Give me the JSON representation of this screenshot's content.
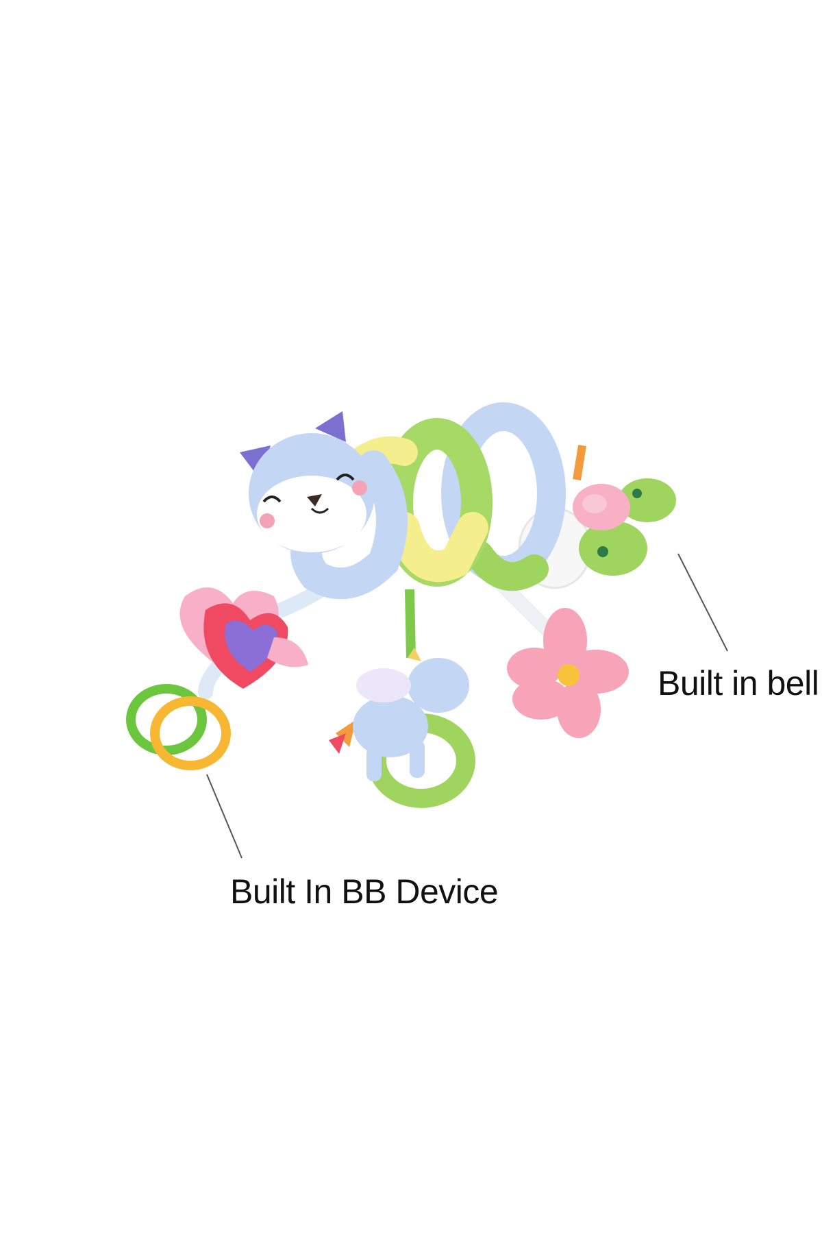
{
  "product_photo": {
    "subject": "spiral-plush-toy",
    "colors": {
      "background": "#ffffff",
      "plush_blue": "#bfd3f2",
      "plush_green": "#9fd45f",
      "plush_yellow": "#f4ee8c",
      "heart_red": "#ef4a61",
      "heart_purple": "#8b6fd6",
      "flower_pink": "#f7a3b8",
      "ring_green": "#6cc63d",
      "ring_orange": "#f7b733",
      "leader_line": "#555555",
      "label_text": "#111111"
    }
  },
  "callouts": {
    "bell": "Built in bell",
    "bb_device": "Built In BB Device"
  }
}
